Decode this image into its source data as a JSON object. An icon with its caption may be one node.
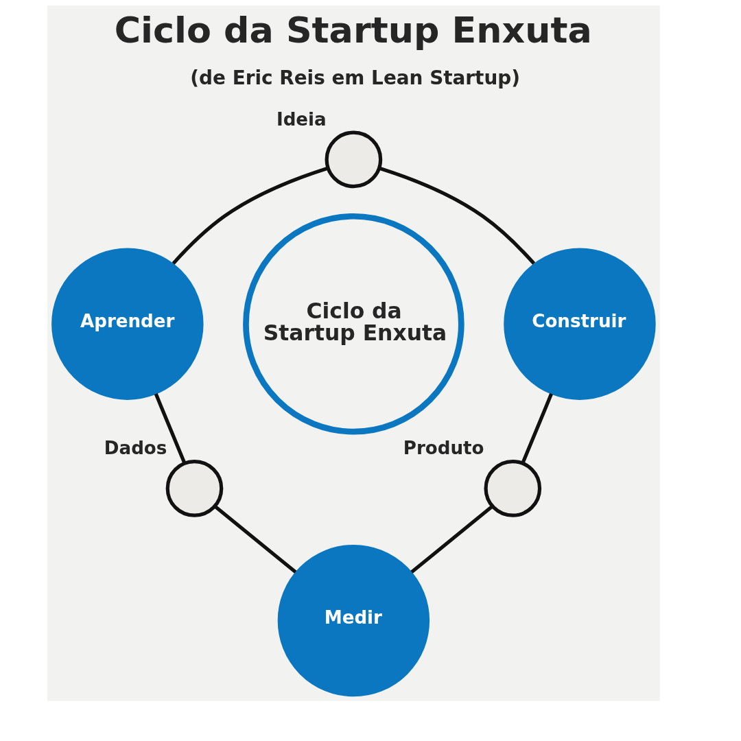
{
  "diagram": {
    "title": "Ciclo da Startup Enxuta",
    "nodes": [
      {
        "text": [
          "Ideia"
        ]
      },
      {
        "text": [
          "Aprender"
        ]
      },
      {
        "text": [
          "Construir"
        ]
      },
      {
        "text": [
          "Ciclo da Startup Enxuta"
        ]
      },
      {
        "text": [
          "Dados"
        ]
      },
      {
        "text": [
          "Produto"
        ]
      },
      {
        "text": [
          "Medir"
        ]
      }
    ],
    "edges": [
      {
        "from": 0,
        "to": 1,
        "arrow": "none"
      },
      {
        "from": 1,
        "to": 4,
        "arrow": "none"
      },
      {
        "from": 4,
        "to": 6,
        "arrow": "none"
      },
      {
        "from": 6,
        "to": 5,
        "arrow": "none"
      },
      {
        "from": 5,
        "to": 2,
        "arrow": "none"
      },
      {
        "from": 2,
        "to": 0,
        "arrow": "none"
      }
    ],
    "labels": [
      "(de Eric Reis em Lean Startup)"
    ]
  }
}
